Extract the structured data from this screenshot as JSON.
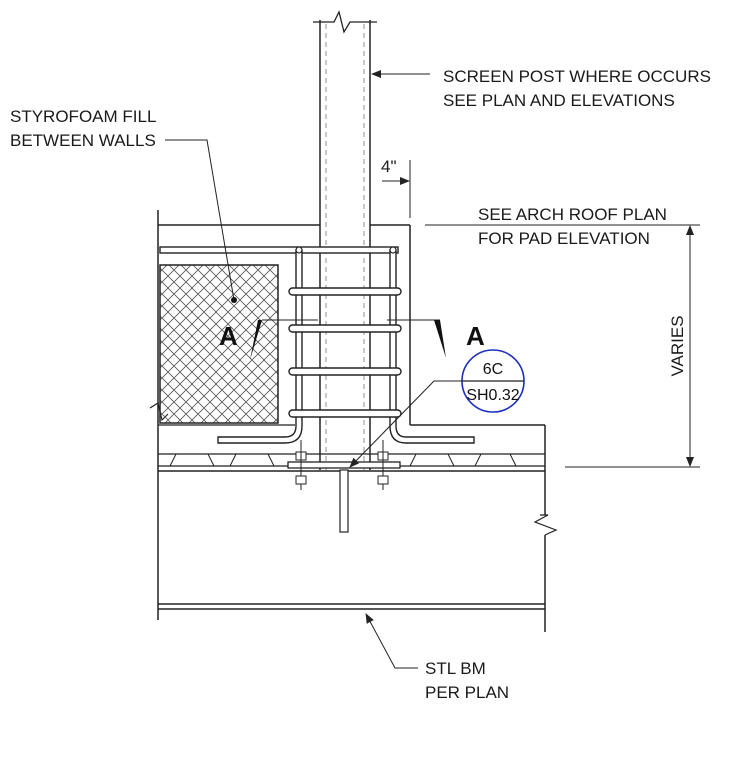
{
  "notes": {
    "screen_post_line1": "SCREEN POST WHERE OCCURS",
    "screen_post_line2": "SEE PLAN AND ELEVATIONS",
    "styrofoam_line1": "STYROFOAM FILL",
    "styrofoam_line2": "BETWEEN WALLS",
    "dimension_4in": "4\"",
    "roof_plan_line1": "SEE ARCH ROOF PLAN",
    "roof_plan_line2": "FOR PAD ELEVATION",
    "varies": "VARIES",
    "beam_line1": "STL BM",
    "beam_line2": "PER PLAN"
  },
  "section_cut": {
    "left_mark": "A",
    "right_mark": "A"
  },
  "detail_tag": {
    "number": "6C",
    "sheet": "SH0.32",
    "color": "#1c2fbf"
  }
}
